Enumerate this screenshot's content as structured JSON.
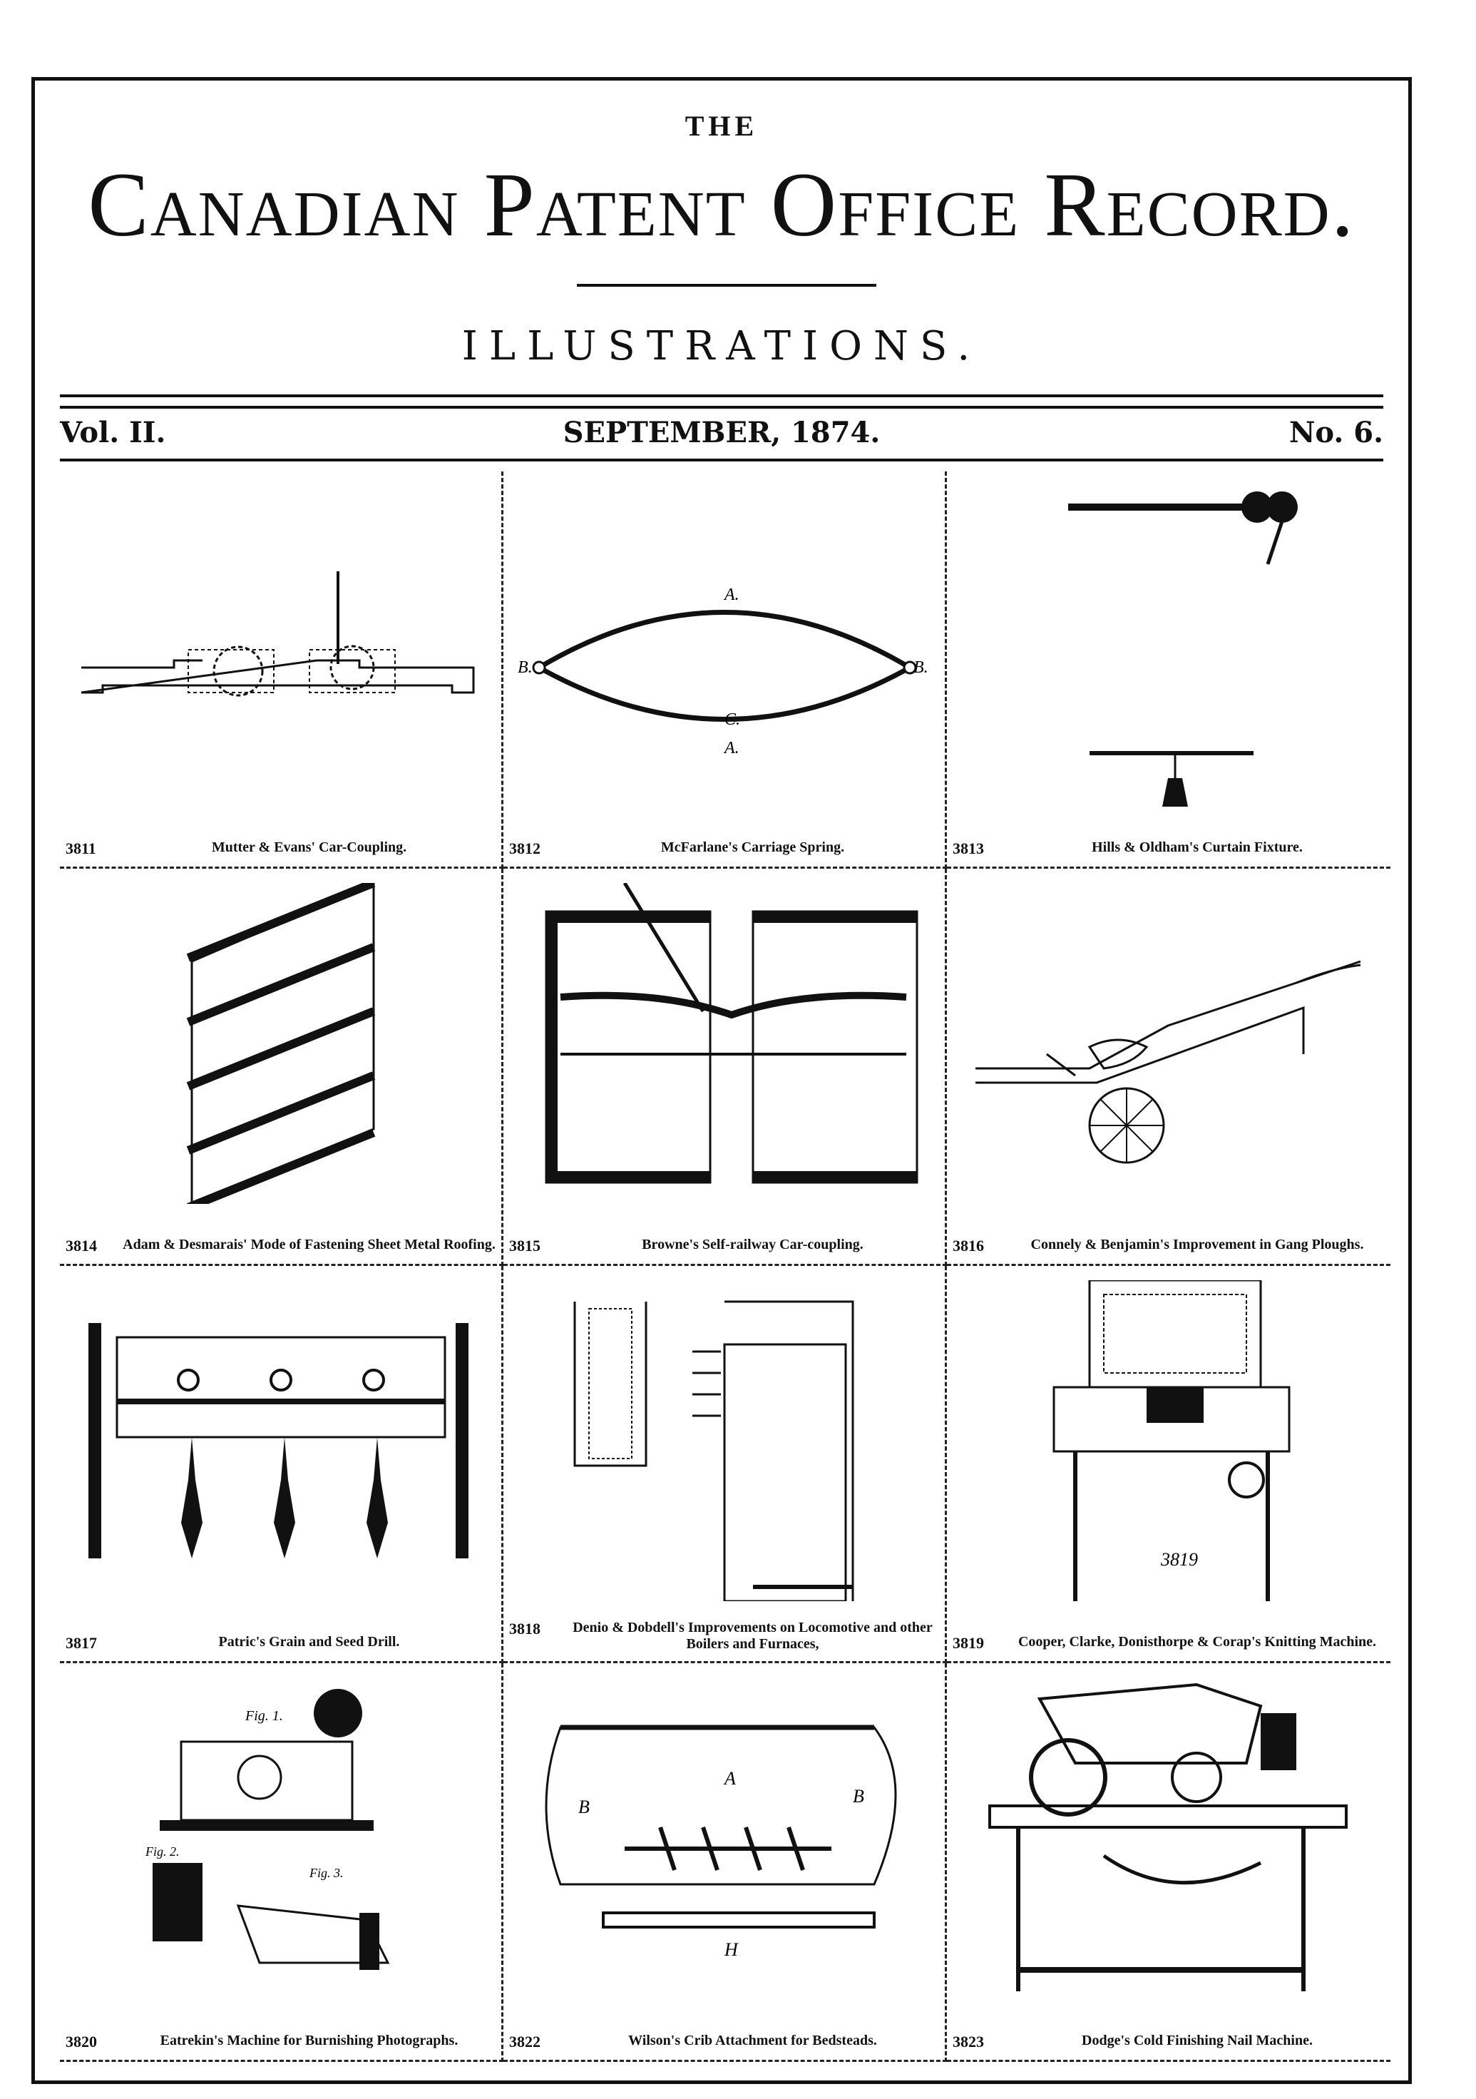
{
  "header": {
    "the": "THE",
    "title": "Canadian Patent Office Record.",
    "subtitle": "ILLUSTRATIONS."
  },
  "meta": {
    "volume": "Vol. II.",
    "date": "SEPTEMBER, 1874.",
    "number": "No. 6."
  },
  "entries": [
    {
      "num": "3811",
      "caption": "Mutter & Evans' Car-Coupling."
    },
    {
      "num": "3812",
      "caption": "McFarlane's Carriage Spring."
    },
    {
      "num": "3813",
      "caption": "Hills & Oldham's Curtain Fixture."
    },
    {
      "num": "3814",
      "caption": "Adam & Desmarais' Mode of Fastening Sheet Metal Roofing."
    },
    {
      "num": "3815",
      "caption": "Browne's Self-railway Car-coupling."
    },
    {
      "num": "3816",
      "caption": "Connely & Benjamin's Improvement in Gang Ploughs."
    },
    {
      "num": "3817",
      "caption": "Patric's Grain and Seed Drill."
    },
    {
      "num": "3818",
      "caption": "Denio & Dobdell's Improvements on Locomotive and other Boilers and Furnaces,"
    },
    {
      "num": "3819",
      "caption": "Cooper, Clarke, Donisthorpe & Corap's Knitting Machine."
    },
    {
      "num": "3820",
      "caption": "Eatrekin's Machine for Burnishing Photographs."
    },
    {
      "num": "3822",
      "caption": "Wilson's Crib Attachment for Bedsteads."
    },
    {
      "num": "3823",
      "caption": "Dodge's Cold Finishing Nail Machine."
    }
  ],
  "figure_labels": {
    "spring_a": "A.",
    "spring_b": "B.",
    "spring_c": "C.",
    "crib_a": "A",
    "crib_b": "B",
    "crib_h": "H",
    "knitting_note": "3819",
    "fig1": "Fig. 1.",
    "fig2": "Fig. 2.",
    "fig3": "Fig. 3."
  }
}
